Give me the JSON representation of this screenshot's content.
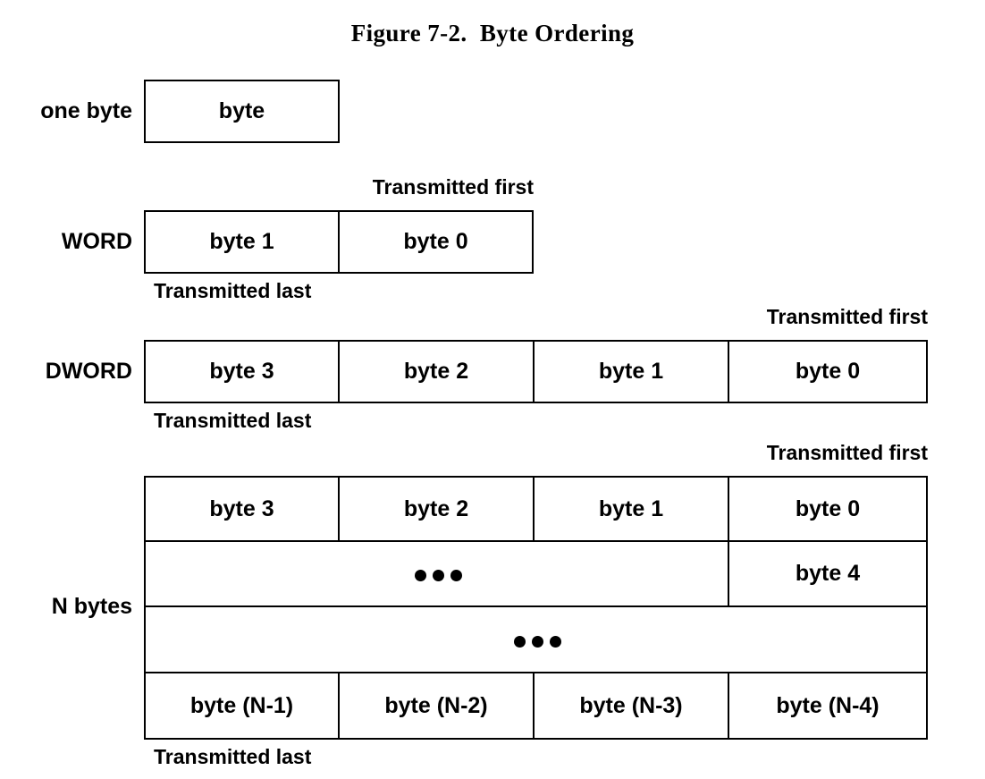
{
  "figure": {
    "title": "Figure 7-2.  Byte Ordering"
  },
  "labels": {
    "one_byte": "one byte",
    "word": "WORD",
    "dword": "DWORD",
    "n_bytes": "N bytes"
  },
  "notes": {
    "transmitted_first": "Transmitted first",
    "transmitted_last": "Transmitted last"
  },
  "rows": {
    "one_byte": {
      "cells": [
        "byte"
      ]
    },
    "word": {
      "cells": [
        "byte 1",
        "byte 0"
      ]
    },
    "dword": {
      "cells": [
        "byte 3",
        "byte 2",
        "byte 1",
        "byte 0"
      ]
    },
    "n_bytes": {
      "row1": [
        "byte 3",
        "byte 2",
        "byte 1",
        "byte 0"
      ],
      "row2_merged": "",
      "row2_last": "byte 4",
      "row3_merged": "",
      "row4": [
        "byte (N-1)",
        "byte (N-2)",
        "byte (N-3)",
        "byte (N-4)"
      ]
    }
  },
  "colors": {
    "stroke": "#000000",
    "background": "#ffffff",
    "text": "#000000"
  }
}
